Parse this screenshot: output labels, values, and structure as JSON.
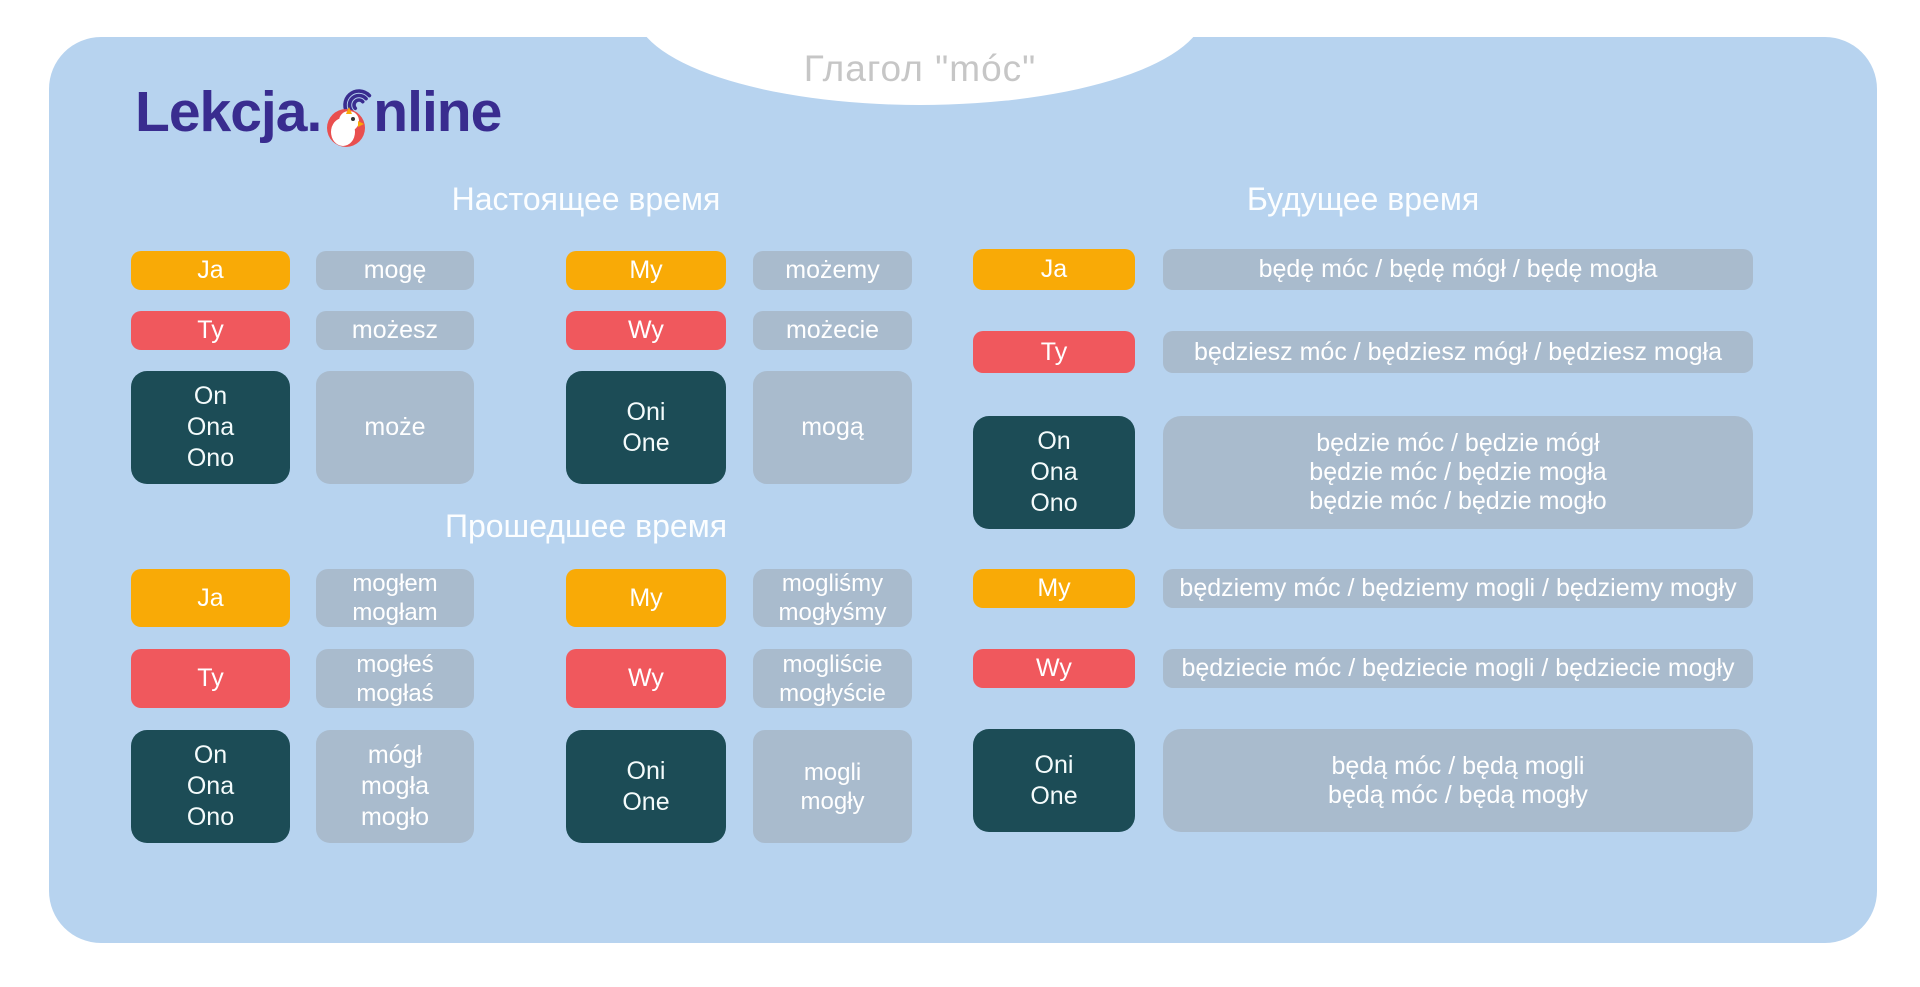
{
  "title": "Глагол \"móc\"",
  "logo": {
    "prefix": "Lekcja.",
    "suffix": "nline",
    "icon": "bird-clock-with-signal-waves"
  },
  "colors": {
    "card_bg": "#B7D3EF",
    "orange": "#F9AA06",
    "red": "#F0585D",
    "teal": "#1C4C56",
    "slate": "#A9BBCD",
    "logo_purple": "#392C8F",
    "title_gray": "#C6C6C6"
  },
  "present": {
    "heading": "Настоящее время",
    "left": [
      {
        "pronoun": "Ja",
        "forms": "mogę"
      },
      {
        "pronoun": "Ty",
        "forms": "możesz"
      },
      {
        "pronoun": "On\nOna\nOno",
        "forms": "może"
      }
    ],
    "right": [
      {
        "pronoun": "My",
        "forms": "możemy"
      },
      {
        "pronoun": "Wy",
        "forms": "możecie"
      },
      {
        "pronoun": "Oni\nOne",
        "forms": "mogą"
      }
    ]
  },
  "past": {
    "heading": "Прошедшее время",
    "left": [
      {
        "pronoun": "Ja",
        "forms": "mogłem\nmogłam"
      },
      {
        "pronoun": "Ty",
        "forms": "mogłeś\nmogłaś"
      },
      {
        "pronoun": "On\nOna\nOno",
        "forms": "mógł\nmogła\nmogło"
      }
    ],
    "right": [
      {
        "pronoun": "My",
        "forms": "mogliśmy\nmogłyśmy"
      },
      {
        "pronoun": "Wy",
        "forms": "mogliście\nmogłyście"
      },
      {
        "pronoun": "Oni\nOne",
        "forms": "mogli\nmogły"
      }
    ]
  },
  "future": {
    "heading": "Будущее время",
    "rows": [
      {
        "pronoun": "Ja",
        "forms": "będę móc / będę mógł / będę mogła"
      },
      {
        "pronoun": "Ty",
        "forms": "będziesz móc / będziesz mógł / będziesz mogła"
      },
      {
        "pronoun": "On\nOna\nOno",
        "forms": "będzie móc / będzie mógł\nbędzie móc / będzie mogła\nbędzie móc / będzie mogło"
      },
      {
        "pronoun": "My",
        "forms": "będziemy móc / będziemy mogli / będziemy mogły"
      },
      {
        "pronoun": "Wy",
        "forms": "będziecie móc / będziecie mogli / będziecie mogły"
      },
      {
        "pronoun": "Oni\nOne",
        "forms": "będą móc / będą mogli\nbędą móc / będą mogły"
      }
    ]
  }
}
